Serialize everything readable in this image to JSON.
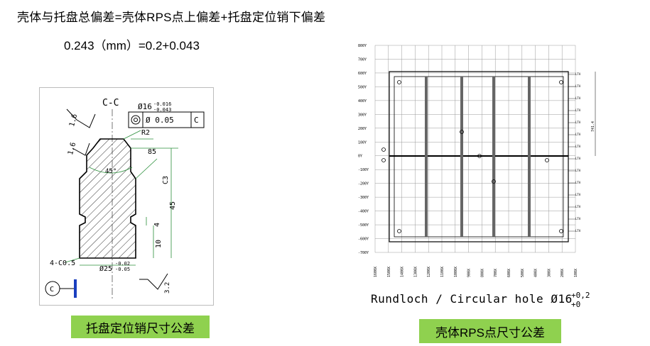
{
  "header": {
    "title": "壳体与托盘总偏差=壳体RPS点上偏差+托盘定位销下偏差",
    "formula": "0.243（mm）=0.2+0.043"
  },
  "pin_drawing": {
    "section_label": "C-C",
    "diameter_tol_main": "Ø16",
    "diameter_tol_upper": "-0.016",
    "diameter_tol_lower": "-0.043",
    "position_tol": "Ø 0.05",
    "datum": "C",
    "radius": "R2",
    "dim_85": "85",
    "angle": "45°",
    "c3": "C3",
    "dim_45": "45",
    "dim_4": "4",
    "dim_10": "10",
    "chamfer": "4-C0.5",
    "bottom_dia": "Ø25",
    "bottom_tol_upper": "-0.02",
    "bottom_tol_lower": "-0.05",
    "rough_top": "1.6",
    "rough_left": "1.6",
    "rough_bottom": "3.2",
    "datum_circle": "C"
  },
  "rps_drawing": {
    "hole_text": "Rundloch / Circular hole Ø16",
    "hole_tol_upper": "+0,2",
    "hole_tol_lower": "+0",
    "y_labels": [
      "800Y",
      "700Y",
      "600Y",
      "500Y",
      "400Y",
      "300Y",
      "200Y",
      "100Y",
      "0Y",
      "-100Y",
      "-200Y",
      "-300Y",
      "-400Y",
      "-500Y",
      "-600Y",
      "-700Y"
    ],
    "x_labels": [
      "1600X",
      "1500X",
      "1400X",
      "1300X",
      "1200X",
      "1100X",
      "1000X",
      "900X",
      "800X",
      "700X",
      "600X",
      "500X",
      "400X",
      "300X",
      "200X",
      "100X"
    ],
    "side_tag": "741.4"
  },
  "captions": {
    "left": "托盘定位销尺寸公差",
    "right": "壳体RPS点尺寸公差"
  }
}
